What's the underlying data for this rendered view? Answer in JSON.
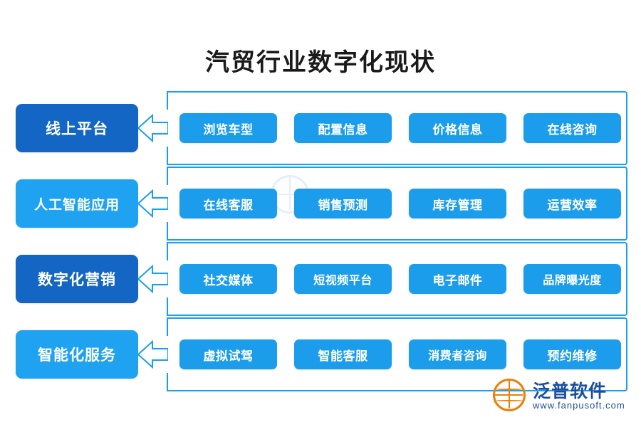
{
  "title": "汽贸行业数字化现状",
  "watermark": {
    "text": "泛普软件"
  },
  "logo": {
    "brand": "泛普软件",
    "domain": "www.fanpusoft.com",
    "icon": "globe-icon",
    "color": "#e8800a"
  },
  "colors": {
    "bracket": "#1a9ff0",
    "arrow_fill": "#ffffff",
    "arrow_stroke": "#1a9ff0",
    "row1_category": "#1366c4",
    "row2_category": "#1fa2ef",
    "row3_category": "#1366c4",
    "row4_category": "#1fa2ef",
    "item": "#1c9dec",
    "title": "#1a1a1a"
  },
  "rows": [
    {
      "category": "线上平台",
      "items": [
        "浏览车型",
        "配置信息",
        "价格信息",
        "在线咨询"
      ]
    },
    {
      "category": "人工智能应用",
      "items": [
        "在线客服",
        "销售预测",
        "库存管理",
        "运营效率"
      ]
    },
    {
      "category": "数字化营销",
      "items": [
        "社交媒体",
        "短视频平台",
        "电子邮件",
        "品牌曝光度"
      ]
    },
    {
      "category": "智能化服务",
      "items": [
        "虚拟试驾",
        "智能客服",
        "消费者咨询",
        "预约维修"
      ]
    }
  ]
}
